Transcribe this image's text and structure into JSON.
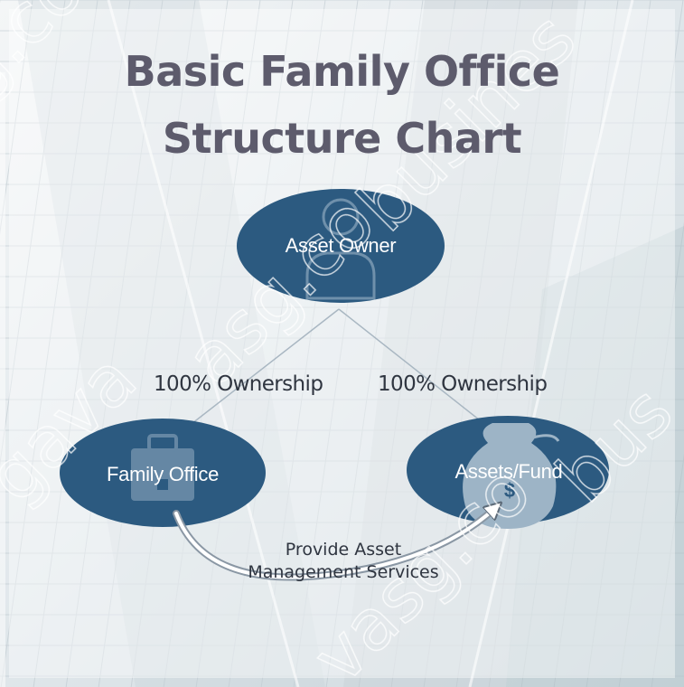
{
  "title": {
    "line1": "Basic Family Office",
    "line2": "Structure Chart"
  },
  "nodes": {
    "owner": {
      "label": "Asset Owner",
      "icon": "person-icon"
    },
    "family_office": {
      "label": "Family Office",
      "icon": "briefcase-icon"
    },
    "assets": {
      "label": "Assets/Fund",
      "icon": "money-bag-icon"
    }
  },
  "edges": {
    "left": {
      "label": "100% Ownership"
    },
    "right": {
      "label": "100% Ownership"
    },
    "services": {
      "line1": "Provide Asset",
      "line2": "Management Services"
    }
  },
  "watermark": "gavasg.co business",
  "colors": {
    "node_fill": "#2c5a80",
    "title": "#5d5b6c",
    "text": "#2f3540",
    "background": "#e9eef1"
  }
}
